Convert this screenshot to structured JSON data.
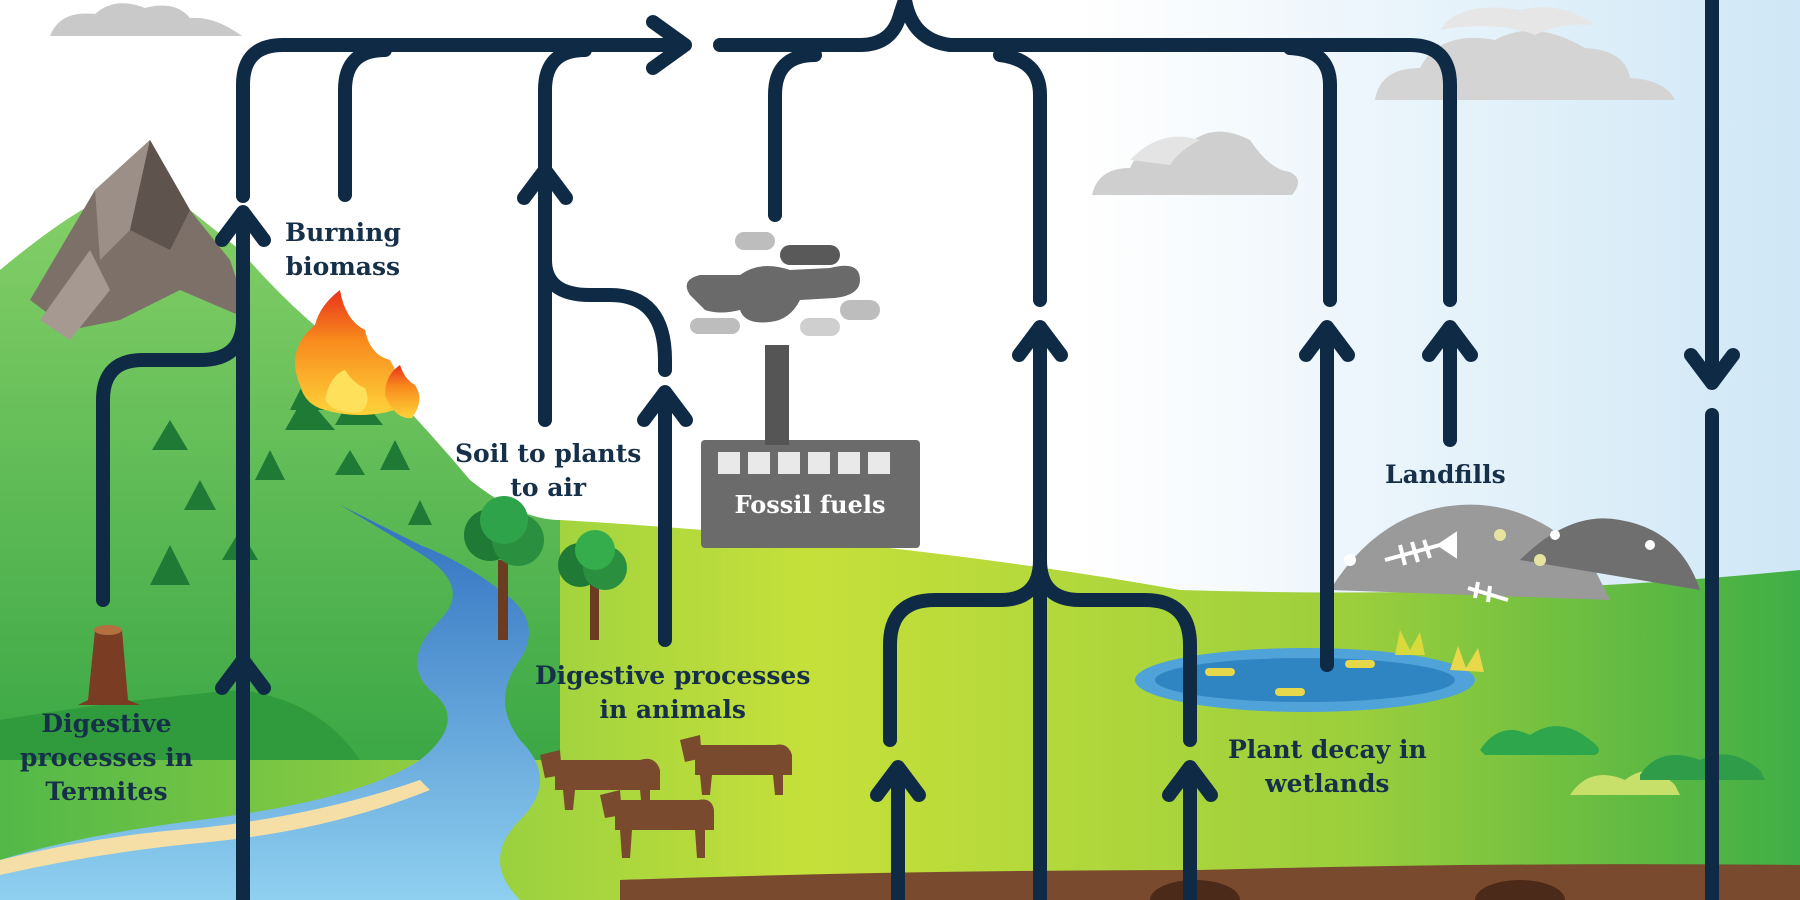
{
  "labels": {
    "burning_biomass": [
      "Burning",
      "biomass"
    ],
    "soil_to_plants": [
      "Soil to plants",
      "to air"
    ],
    "fossil_fuels": "Fossil fuels",
    "landfills": "Landfills",
    "termites": [
      "Digestive",
      "processes in",
      "Termites"
    ],
    "animals": [
      "Digestive processes",
      "in animals"
    ],
    "wetlands": [
      "Plant decay in",
      "wetlands"
    ]
  },
  "colors": {
    "arrow": "#0f2a44",
    "sky": "#d7ecf8",
    "grass_light": "#b6d83a",
    "grass_dark": "#3aa83f",
    "mountain": "#7b6f66",
    "river": "#3d8fd1",
    "soil": "#7a4a2e",
    "factory": "#6a6a6a",
    "cow": "#7a4a2e",
    "landfill": "#8e8e8e",
    "fire": "#f25c1f"
  },
  "icons": [
    "cloud-icon",
    "fire-icon",
    "factory-icon",
    "smoke-icon",
    "tree-icon",
    "pine-tree-icon",
    "cow-icon",
    "fish-skeleton-icon",
    "tree-stump-icon",
    "pond-icon"
  ]
}
